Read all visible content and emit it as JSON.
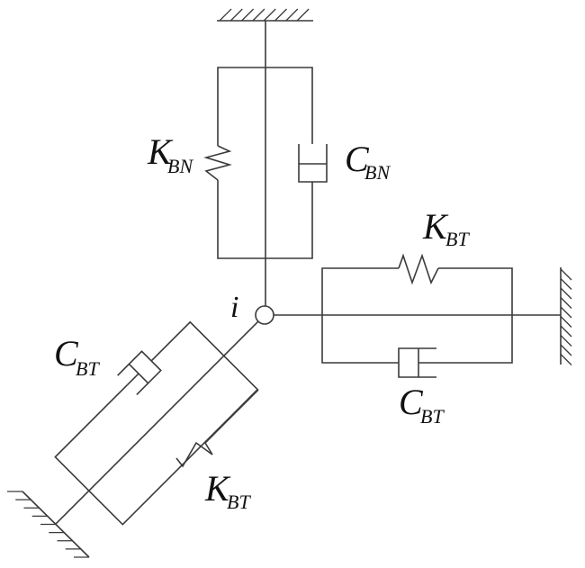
{
  "diagram": {
    "type": "spring-damper model",
    "node": {
      "label": "i"
    },
    "elements": [
      {
        "id": "normal-spring",
        "kind": "spring",
        "symbol": "K",
        "subscript": "BN",
        "direction": "vertical (up)"
      },
      {
        "id": "normal-damper",
        "kind": "damper",
        "symbol": "C",
        "subscript": "BN",
        "direction": "vertical (up)"
      },
      {
        "id": "tangential-spring-right",
        "kind": "spring",
        "symbol": "K",
        "subscript": "BT",
        "direction": "horizontal (right)"
      },
      {
        "id": "tangential-damper-right",
        "kind": "damper",
        "symbol": "C",
        "subscript": "BT",
        "direction": "horizontal (right)"
      },
      {
        "id": "tangential-damper-diagonal",
        "kind": "damper",
        "symbol": "C",
        "subscript": "BT",
        "direction": "diagonal (down-left)"
      },
      {
        "id": "tangential-spring-diagonal",
        "kind": "spring",
        "symbol": "K",
        "subscript": "BT",
        "direction": "diagonal (down-left)"
      }
    ],
    "supports": [
      "top-wall",
      "right-wall",
      "bottom-left-wall"
    ],
    "labels": {
      "kbn": {
        "main": "K",
        "sub": "BN"
      },
      "cbn": {
        "main": "C",
        "sub": "BN"
      },
      "kbt_right": {
        "main": "K",
        "sub": "BT"
      },
      "cbt_right": {
        "main": "C",
        "sub": "BT"
      },
      "cbt_diag": {
        "main": "C",
        "sub": "BT"
      },
      "kbt_diag": {
        "main": "K",
        "sub": "BT"
      }
    }
  }
}
